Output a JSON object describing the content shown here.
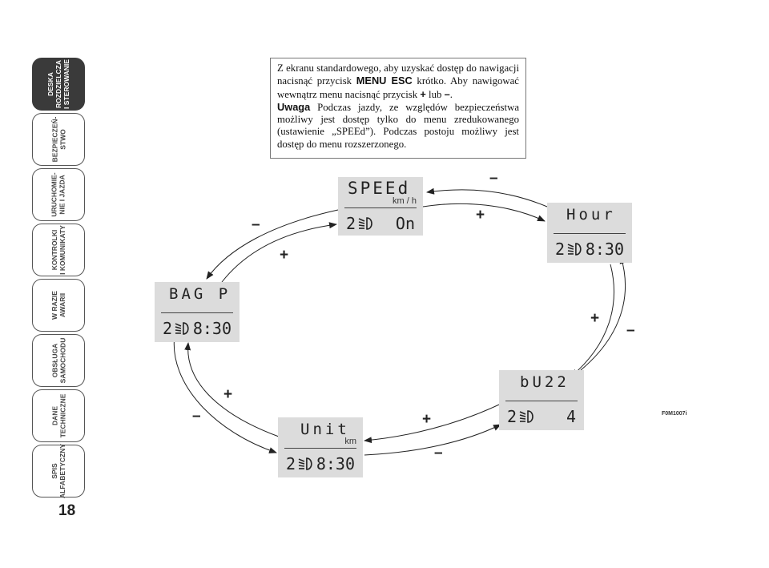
{
  "tabs": [
    {
      "label": "DESKA\nROZDZIELCZA\nI STEROWANIE",
      "active": true
    },
    {
      "label": "BEZPIECZEŃ-\nSTWO",
      "active": false
    },
    {
      "label": "URUCHOMIE-\nNIE I JAZDA",
      "active": false
    },
    {
      "label": "KONTROLKI\nI KOMUNIKATY",
      "active": false
    },
    {
      "label": "W RAZIE\nAWARII",
      "active": false
    },
    {
      "label": "OBSŁUGA\nSAMOCHODU",
      "active": false
    },
    {
      "label": "DANE\nTECHNICZNE",
      "active": false
    },
    {
      "label": "SPIS\nALFABETYCZNY",
      "active": false
    }
  ],
  "page_number": "18",
  "textbox": {
    "p1": "Z ekranu standardowego, aby uzyskać dostęp do nawigacji nacisnąć przycisk ",
    "p1_bold": "MENU ESC",
    "p2": " krótko. Aby nawigować wewnątrz menu nacisnąć przycisk ",
    "p2_plus": "+",
    "p3": " lub ",
    "p3_minus": "–",
    "p4": ".",
    "uwaga": "Uwaga",
    "p5": " Podczas jazdy, ze względów bezpieczeństwa możliwy jest dostęp tylko do menu zredukowanego (ustawienie „SPEEd”). Podczas postoju możliwy jest dostęp do menu rozszerzonego."
  },
  "displays": {
    "speed": {
      "top": "SPEEd",
      "unit": "km / h",
      "num": "2",
      "value": "On"
    },
    "hour": {
      "top": "Hour",
      "unit": "",
      "num": "2",
      "value": "8:30"
    },
    "bag": {
      "top": "BAG P",
      "unit": "",
      "num": "2",
      "value": "8:30"
    },
    "buzz": {
      "top": "bU22",
      "unit": "",
      "num": "2",
      "value": "4"
    },
    "unit": {
      "top": "Unit",
      "unit": "km",
      "num": "2",
      "value": "8:30"
    }
  },
  "signs": {
    "plus": "+",
    "minus": "–"
  },
  "figure_code": "F0M1007i",
  "colors": {
    "display_bg": "#dcdcdc",
    "tab_active": "#3a3a3a"
  }
}
